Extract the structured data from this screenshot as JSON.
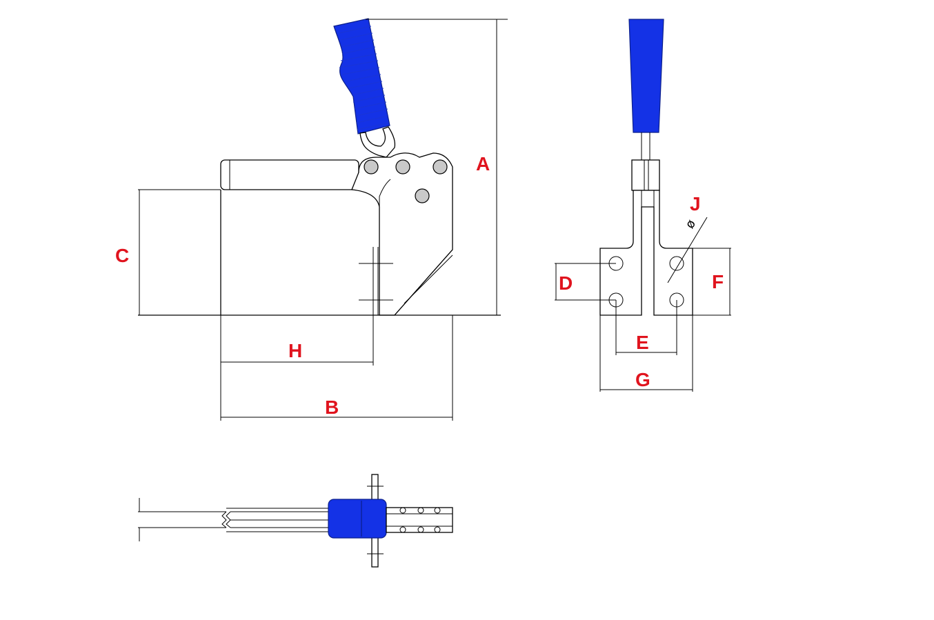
{
  "diagram": {
    "dimension_labels": {
      "A": "A",
      "B": "B",
      "C": "C",
      "D": "D",
      "E": "E",
      "F": "F",
      "G": "G",
      "H": "H",
      "J": "J"
    },
    "diameter_symbol": "ø",
    "colors": {
      "handle": "#1432e6",
      "dimension_text": "#e0141e",
      "lines": "#000000"
    }
  }
}
